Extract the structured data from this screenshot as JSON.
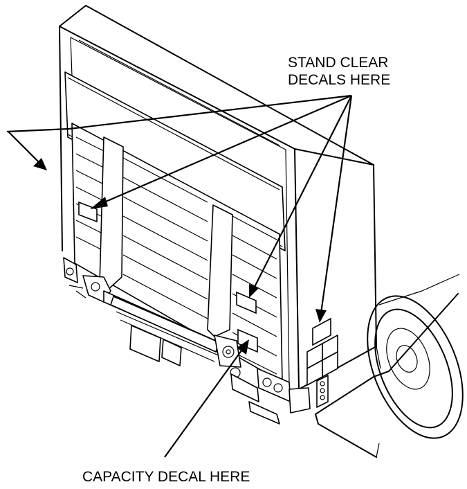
{
  "labels": {
    "stand_clear_line1": "STAND CLEAR",
    "stand_clear_line2": "DECALS HERE",
    "capacity": "CAPACITY DECAL HERE"
  },
  "colors": {
    "line": "#000000",
    "background": "#ffffff",
    "shade": "#e6e6e6"
  }
}
